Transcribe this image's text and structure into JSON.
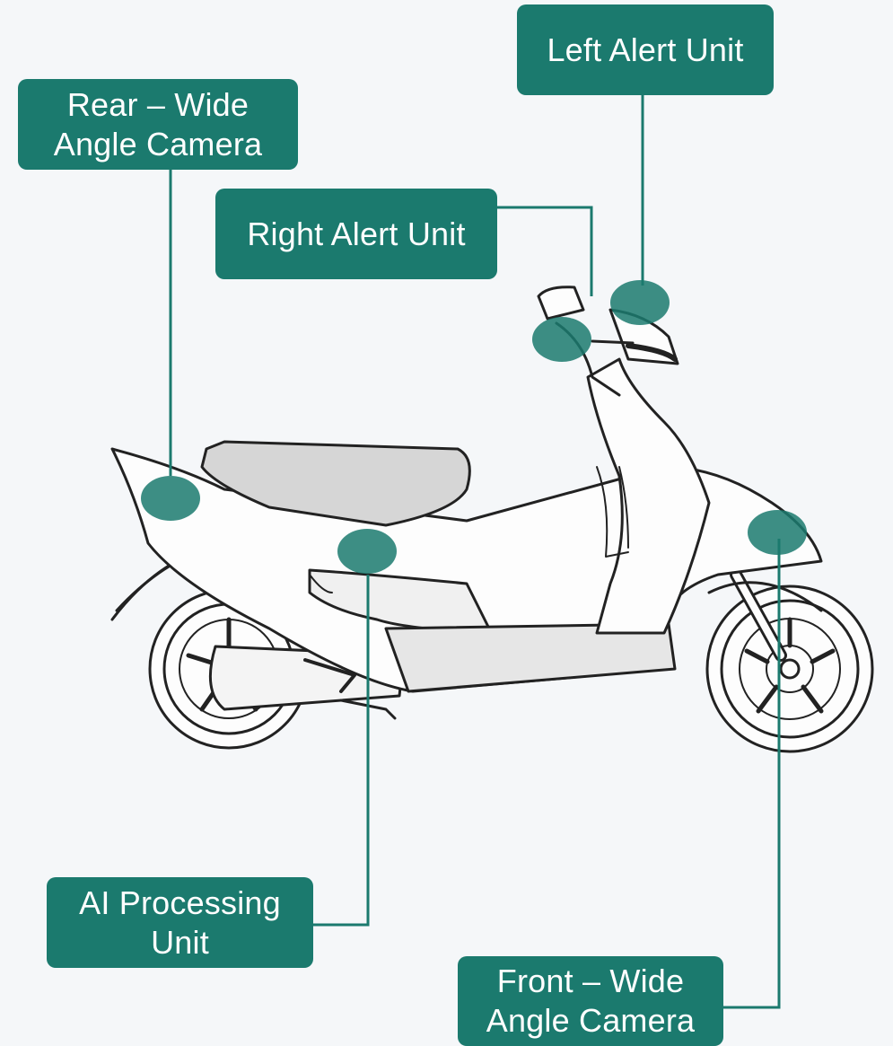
{
  "labels": {
    "left_alert_unit": "Left Alert Unit",
    "rear_camera": "Rear – Wide\nAngle Camera",
    "right_alert_unit": "Right Alert Unit",
    "ai_processing_unit": "AI Processing\nUnit",
    "front_camera": "Front – Wide\nAngle Camera"
  },
  "colors": {
    "accent": "#1b7a6e",
    "background": "#f5f7f9",
    "label_text": "#ffffff",
    "outline": "#222222"
  }
}
